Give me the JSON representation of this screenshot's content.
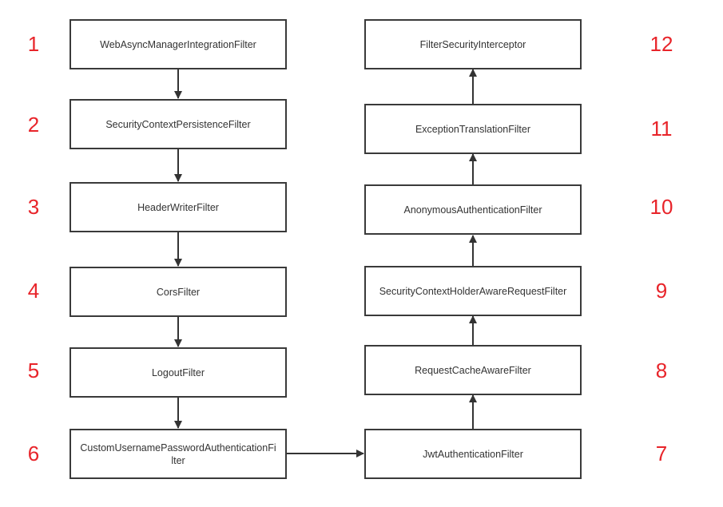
{
  "filters": [
    {
      "order": "1",
      "name": "WebAsyncManagerIntegrationFilter"
    },
    {
      "order": "2",
      "name": "SecurityContextPersistenceFilter"
    },
    {
      "order": "3",
      "name": "HeaderWriterFilter"
    },
    {
      "order": "4",
      "name": "CorsFilter"
    },
    {
      "order": "5",
      "name": "LogoutFilter"
    },
    {
      "order": "6",
      "name": "CustomUsernamePasswordAuthenticationFilter"
    },
    {
      "order": "7",
      "name": "JwtAuthenticationFilter"
    },
    {
      "order": "8",
      "name": "RequestCacheAwareFilter"
    },
    {
      "order": "9",
      "name": "SecurityContextHolderAwareRequestFilter"
    },
    {
      "order": "10",
      "name": "AnonymousAuthenticationFilter"
    },
    {
      "order": "11",
      "name": "ExceptionTranslationFilter"
    },
    {
      "order": "12",
      "name": "FilterSecurityInterceptor"
    }
  ],
  "colors": {
    "order_number": "#e8242a",
    "box_border": "#3a3a3a",
    "arrow": "#333333",
    "text": "#333333"
  }
}
